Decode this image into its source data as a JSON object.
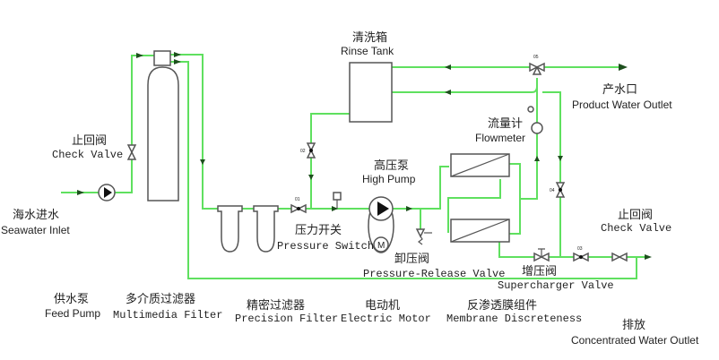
{
  "colors": {
    "pipe": "#5fe05f",
    "equipment": "#555555",
    "text": "#222222"
  },
  "labels": {
    "check_valve_1": {
      "cn": "止回阀",
      "en": "Check Valve"
    },
    "seawater_inlet": {
      "cn": "海水进水",
      "en": "Seawater Inlet"
    },
    "rinse_tank": {
      "cn": "清洗箱",
      "en": "Rinse Tank"
    },
    "high_pump": {
      "cn": "高压泵",
      "en": "High Pump"
    },
    "pressure_switch": {
      "cn": "压力开关",
      "en": "Pressure Switch"
    },
    "pressure_release_valve": {
      "cn": "卸压阀",
      "en": "Pressure-Release Valve"
    },
    "flowmeter": {
      "cn": "流量计",
      "en": "Flowmeter"
    },
    "product_water_outlet": {
      "cn": "产水口",
      "en": "Product Water Outlet"
    },
    "check_valve_2": {
      "cn": "止回阀",
      "en": "Check Valve"
    },
    "supercharger_valve": {
      "cn": "增压阀",
      "en": "Supercharger Valve"
    },
    "feed_pump": {
      "cn": "供水泵",
      "en": "Feed Pump"
    },
    "multimedia_filter": {
      "cn": "多介质过滤器",
      "en": "Multimedia Filter"
    },
    "precision_filter": {
      "cn": "精密过滤器",
      "en": "Precision Filter"
    },
    "electric_motor": {
      "cn": "电动机",
      "en": "Electric Motor"
    },
    "membrane": {
      "cn": "反渗透膜组件",
      "en": "Membrane Discreteness"
    },
    "concentrated_outlet": {
      "cn": "排放",
      "en": "Concentrated Water Outlet"
    }
  },
  "valve_tags": {
    "v01": "01",
    "v02": "02",
    "v03": "03",
    "v04": "04",
    "v05": "05",
    "motor": "M"
  }
}
